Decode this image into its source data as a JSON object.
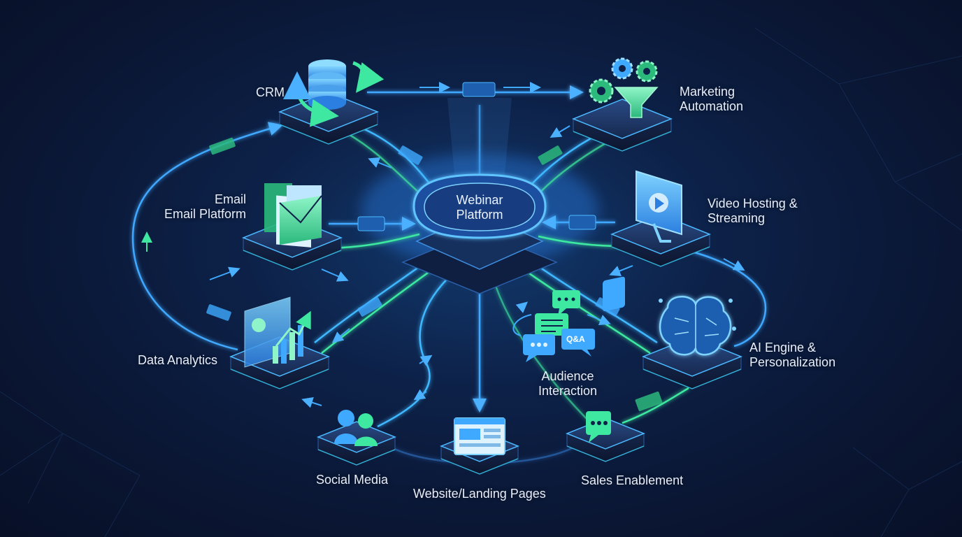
{
  "hub": {
    "line1": "Webinar",
    "line2": "Platform"
  },
  "nodes": {
    "crm": {
      "label": "CRM",
      "icon": "database-icon"
    },
    "marketing": {
      "line1": "Marketing",
      "line2": "Automation",
      "icon": "gears-funnel-icon"
    },
    "email": {
      "line1": "Email",
      "line2": "Email Platform",
      "icon": "email-folder-icon"
    },
    "video": {
      "line1": "Video Hosting &",
      "line2": "Streaming",
      "icon": "monitor-play-icon"
    },
    "analytics": {
      "label": "Data Analytics",
      "icon": "bar-chart-icon"
    },
    "ai": {
      "line1": "AI Engine &",
      "line2": "Personalization",
      "icon": "brain-circuit-icon"
    },
    "audience": {
      "line1": "Audience",
      "line2": "Interaction",
      "badge": "Q&A",
      "icon": "chat-bubbles-icon"
    },
    "social": {
      "label": "Social Media",
      "icon": "users-icon"
    },
    "website": {
      "label": "Website/Landing Pages",
      "icon": "browser-window-icon"
    },
    "sales": {
      "label": "Sales Enablement",
      "icon": "speech-bubbles-icon"
    }
  },
  "colors": {
    "background": "#0a1633",
    "glow_blue": "#3fa9ff",
    "glow_green": "#3ee8a0",
    "platform": "#1a2f5c",
    "platform_edge": "#4bb8ff"
  }
}
